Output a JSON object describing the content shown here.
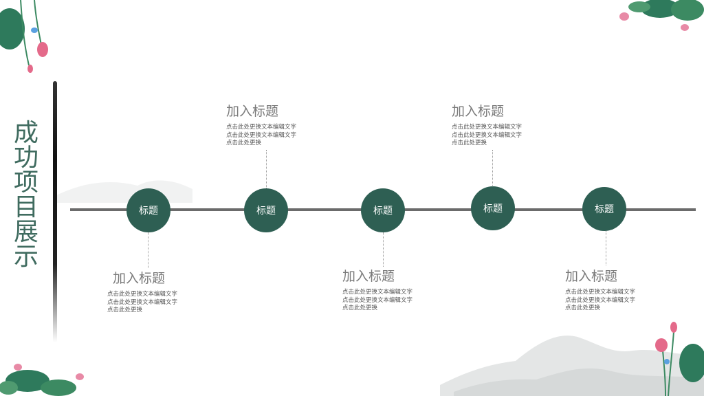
{
  "slide": {
    "title_chars": [
      "成",
      "功",
      "项",
      "目",
      "展",
      "示"
    ],
    "colors": {
      "accent": "#2e5f53",
      "title": "#3f6b5f",
      "line": "#6b6b6b",
      "heading": "#7a7a7a"
    },
    "nodes": [
      {
        "label": "标题"
      },
      {
        "label": "标题"
      },
      {
        "label": "标题"
      },
      {
        "label": "标题"
      },
      {
        "label": "标题"
      }
    ],
    "items": [
      {
        "heading": "加入标题",
        "body": "点击此处更换文本编辑文字\n点击此处更换文本编辑文字\n点击此处更换"
      },
      {
        "heading": "加入标题",
        "body": "点击此处更换文本编辑文字\n点击此处更换文本编辑文字\n点击此处更换"
      },
      {
        "heading": "加入标题",
        "body": "点击此处更换文本编辑文字\n点击此处更换文本编辑文字\n点击此处更换"
      },
      {
        "heading": "加入标题",
        "body": "点击此处更换文本编辑文字\n点击此处更换文本编辑文字\n点击此处更换"
      },
      {
        "heading": "加入标题",
        "body": "点击此处更换文本编辑文字\n点击此处更换文本编辑文字\n点击此处更换"
      }
    ],
    "decorations": [
      "lotus-top-left",
      "lotus-top-right",
      "lotus-bottom-left",
      "lotus-bottom-right",
      "ink-mountains"
    ]
  }
}
